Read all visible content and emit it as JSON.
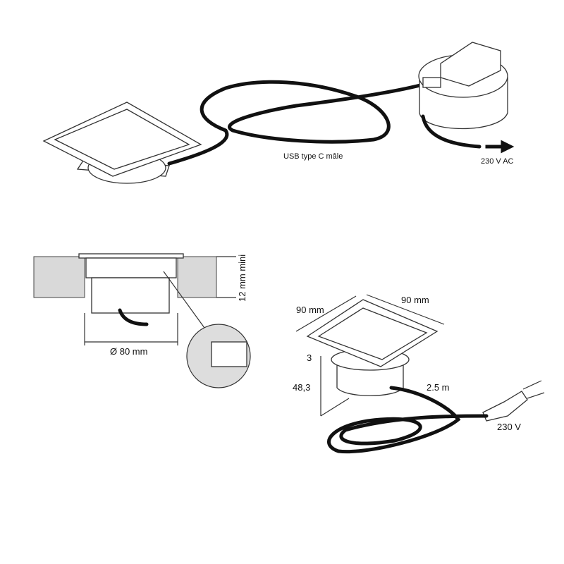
{
  "top": {
    "usb_label": "USB type C mâle",
    "ac_label": "230 V AC"
  },
  "section": {
    "height_label": "12 mm mini",
    "diameter_label": "Ø 80 mm"
  },
  "iso": {
    "width_left": "90 mm",
    "width_right": "90 mm",
    "flange": "3",
    "depth": "48,3",
    "cable_length": "2.5 m",
    "plug_label": "230 V"
  }
}
